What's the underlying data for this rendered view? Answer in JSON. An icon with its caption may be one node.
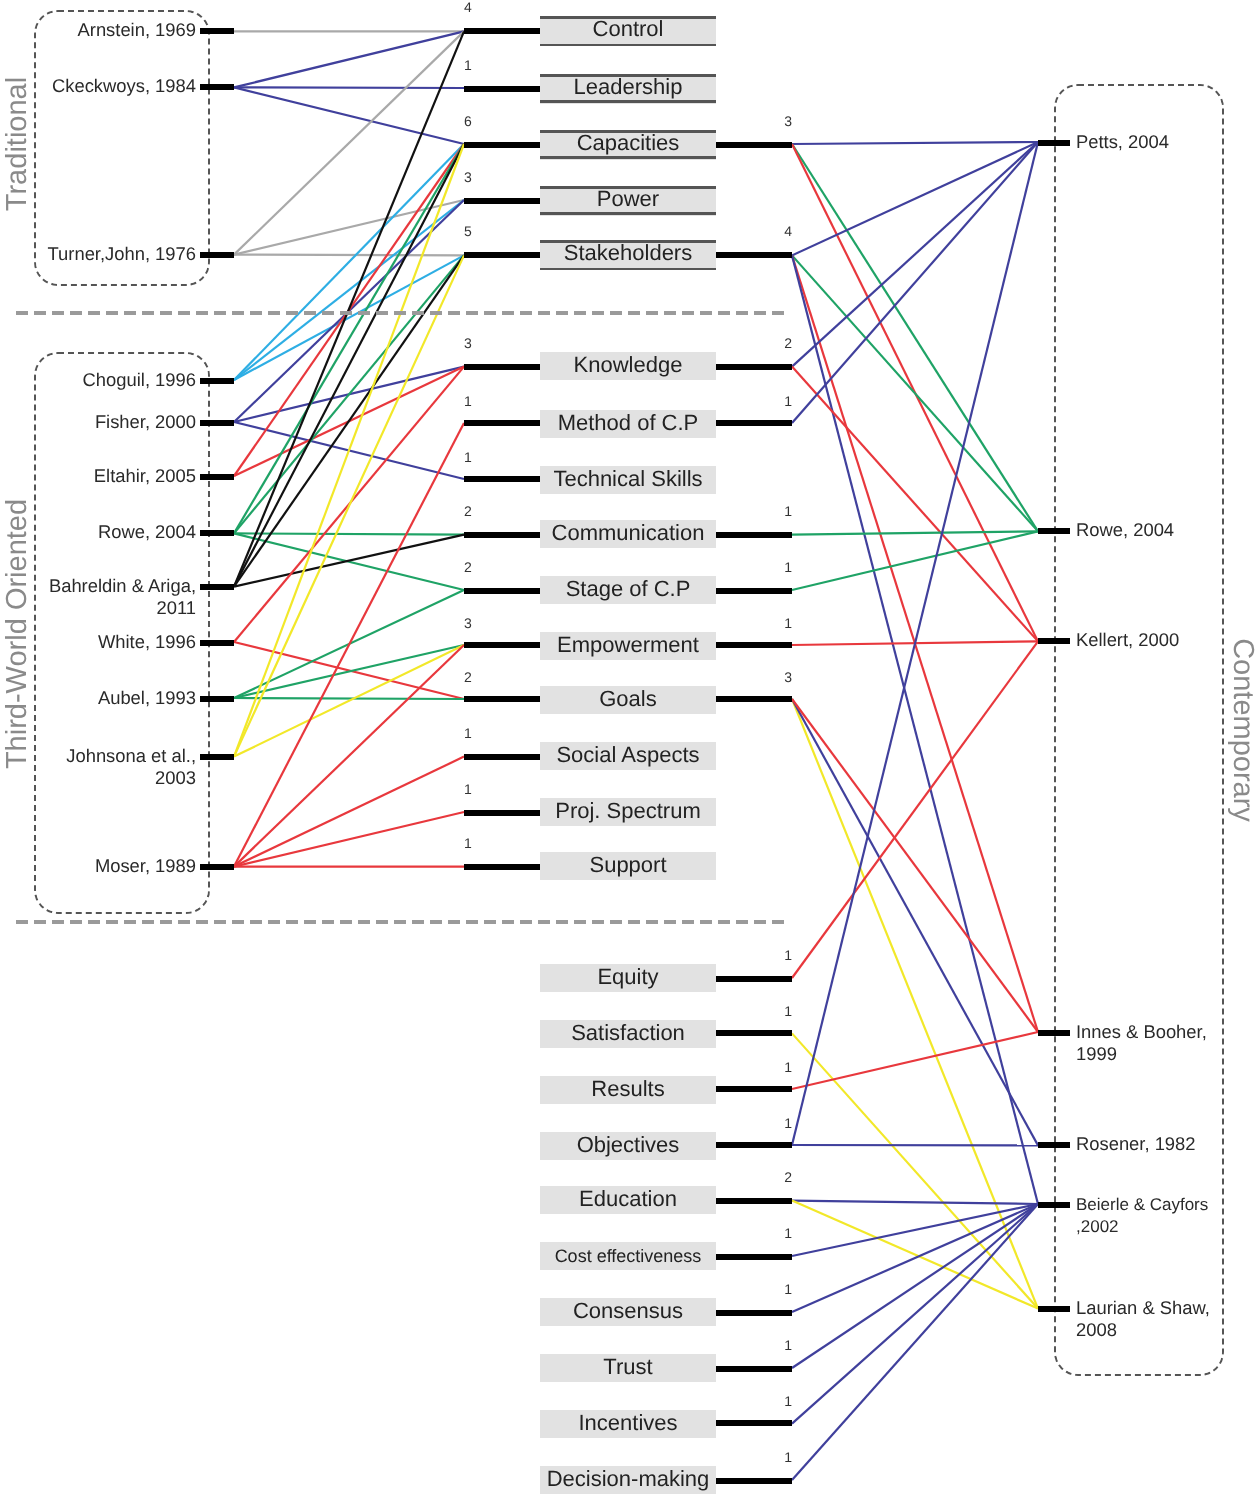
{
  "diagram": {
    "nodes": [
      {
        "text": [
          "Traditional"
        ]
      },
      {
        "text": [
          "Arnstein, 1969"
        ],
        "in": 0
      },
      {
        "text": [
          "Ckeckwoys, 1984"
        ],
        "in": 0
      },
      {
        "text": [
          "Turner,John, 1976"
        ],
        "in": 0
      },
      {
        "text": [
          "Third-World Oriented"
        ]
      },
      {
        "text": [
          "Choguil, 1996"
        ],
        "in": 4
      },
      {
        "text": [
          "Fisher, 2000"
        ],
        "in": 4
      },
      {
        "text": [
          "Eltahir, 2005"
        ],
        "in": 4
      },
      {
        "text": [
          "Rowe, 2004"
        ],
        "in": 4
      },
      {
        "text": [
          "Bahreldin & Ariga, 2011"
        ],
        "in": 4
      },
      {
        "text": [
          "White, 1996"
        ],
        "in": 4
      },
      {
        "text": [
          "Aubel, 1993"
        ],
        "in": 4
      },
      {
        "text": [
          "Johnsona et al., 2003"
        ],
        "in": 4
      },
      {
        "text": [
          "Moser, 1989"
        ],
        "in": 4
      },
      {
        "text": [
          "Control"
        ],
        "beside": [
          "4"
        ]
      },
      {
        "text": [
          "Leadership"
        ],
        "beside": [
          "1"
        ]
      },
      {
        "text": [
          "Capacities"
        ],
        "beside": [
          "6",
          "3"
        ]
      },
      {
        "text": [
          "Power"
        ],
        "beside": [
          "3"
        ]
      },
      {
        "text": [
          "Stakeholders"
        ],
        "beside": [
          "5",
          "4"
        ]
      },
      {
        "text": [
          "Knowledge"
        ],
        "beside": [
          "3",
          "2"
        ]
      },
      {
        "text": [
          "Method of C.P"
        ],
        "beside": [
          "1",
          "1"
        ]
      },
      {
        "text": [
          "Technical Skills"
        ],
        "beside": [
          "1"
        ]
      },
      {
        "text": [
          "Communication"
        ],
        "beside": [
          "2",
          "1"
        ]
      },
      {
        "text": [
          "Stage of C.P"
        ],
        "beside": [
          "2",
          "1"
        ]
      },
      {
        "text": [
          "Empowerment"
        ],
        "beside": [
          "3",
          "1"
        ]
      },
      {
        "text": [
          "Goals"
        ],
        "beside": [
          "2",
          "3"
        ]
      },
      {
        "text": [
          "Social Aspects"
        ],
        "beside": [
          "1"
        ]
      },
      {
        "text": [
          "Proj. Spectrum"
        ],
        "beside": [
          "1"
        ]
      },
      {
        "text": [
          "Support"
        ],
        "beside": [
          "1"
        ]
      },
      {
        "text": [
          "Equity"
        ],
        "beside": [
          "1"
        ]
      },
      {
        "text": [
          "Satisfaction"
        ],
        "beside": [
          "1"
        ]
      },
      {
        "text": [
          "Results"
        ],
        "beside": [
          "1"
        ]
      },
      {
        "text": [
          "Objectives"
        ],
        "beside": [
          "1"
        ]
      },
      {
        "text": [
          "Education"
        ],
        "beside": [
          "2"
        ]
      },
      {
        "text": [
          "Cost effectiveness"
        ],
        "beside": [
          "1"
        ]
      },
      {
        "text": [
          "Consensus"
        ],
        "beside": [
          "1"
        ]
      },
      {
        "text": [
          "Trust"
        ],
        "beside": [
          "1"
        ]
      },
      {
        "text": [
          "Incentives"
        ],
        "beside": [
          "1"
        ]
      },
      {
        "text": [
          "Decision-making"
        ],
        "beside": [
          "1"
        ]
      },
      {
        "text": [
          "Contemporary"
        ]
      },
      {
        "text": [
          "Petts, 2004"
        ],
        "in": 39
      },
      {
        "text": [
          "Rowe, 2004"
        ],
        "in": 39
      },
      {
        "text": [
          "Kellert, 2000"
        ],
        "in": 39
      },
      {
        "text": [
          "Innes & Booher, 1999"
        ],
        "in": 39
      },
      {
        "text": [
          "Rosener, 1982"
        ],
        "in": 39
      },
      {
        "text": [
          "Beierle & Cayfors ,2002"
        ],
        "in": 39
      },
      {
        "text": [
          "Laurian & Shaw, 2008"
        ],
        "in": 39
      }
    ],
    "edges": [
      {
        "from": 1,
        "to": 14,
        "arrow": "none",
        "color": "#a9a9a9"
      },
      {
        "from": 2,
        "to": 14,
        "arrow": "none"
      },
      {
        "from": 2,
        "to": 15,
        "arrow": "none"
      },
      {
        "from": 2,
        "to": 16,
        "arrow": "none"
      },
      {
        "from": 3,
        "to": 14,
        "arrow": "none",
        "color": "#a9a9a9"
      },
      {
        "from": 3,
        "to": 17,
        "arrow": "none",
        "color": "#a9a9a9"
      },
      {
        "from": 3,
        "to": 18,
        "arrow": "none",
        "color": "#a9a9a9"
      },
      {
        "from": 5,
        "to": 16,
        "arrow": "none",
        "color": "#2eaee4"
      },
      {
        "from": 5,
        "to": 17,
        "arrow": "none",
        "color": "#2eaee4"
      },
      {
        "from": 5,
        "to": 18,
        "arrow": "none",
        "color": "#2eaee4"
      },
      {
        "from": 6,
        "to": 17,
        "arrow": "none"
      },
      {
        "from": 6,
        "to": 19,
        "arrow": "none"
      },
      {
        "from": 6,
        "to": 21,
        "arrow": "none"
      },
      {
        "from": 7,
        "to": 16,
        "arrow": "none",
        "color": "#e8383d"
      },
      {
        "from": 7,
        "to": 19,
        "arrow": "none",
        "color": "#e8383d"
      },
      {
        "from": 8,
        "to": 16,
        "arrow": "none",
        "color": "#1fa366"
      },
      {
        "from": 8,
        "to": 18,
        "arrow": "none",
        "color": "#1fa366"
      },
      {
        "from": 8,
        "to": 22,
        "arrow": "none",
        "color": "#1fa366"
      },
      {
        "from": 8,
        "to": 23,
        "arrow": "none",
        "color": "#1fa366"
      },
      {
        "from": 9,
        "to": 14,
        "arrow": "none",
        "color": "#111111"
      },
      {
        "from": 9,
        "to": 16,
        "arrow": "none",
        "color": "#111111"
      },
      {
        "from": 9,
        "to": 18,
        "arrow": "none",
        "color": "#111111"
      },
      {
        "from": 9,
        "to": 22,
        "arrow": "none",
        "color": "#111111"
      },
      {
        "from": 10,
        "to": 19,
        "arrow": "none",
        "color": "#e8383d"
      },
      {
        "from": 10,
        "to": 25,
        "arrow": "none",
        "color": "#e8383d"
      },
      {
        "from": 11,
        "to": 23,
        "arrow": "none",
        "color": "#1fa366"
      },
      {
        "from": 11,
        "to": 24,
        "arrow": "none",
        "color": "#1fa366"
      },
      {
        "from": 11,
        "to": 25,
        "arrow": "none",
        "color": "#1fa366"
      },
      {
        "from": 12,
        "to": 16,
        "arrow": "none",
        "color": "#f2e829"
      },
      {
        "from": 12,
        "to": 18,
        "arrow": "none",
        "color": "#f2e829"
      },
      {
        "from": 12,
        "to": 24,
        "arrow": "none",
        "color": "#f2e829"
      },
      {
        "from": 13,
        "to": 20,
        "arrow": "none",
        "color": "#e8383d"
      },
      {
        "from": 13,
        "to": 24,
        "arrow": "none",
        "color": "#e8383d"
      },
      {
        "from": 13,
        "to": 26,
        "arrow": "none",
        "color": "#e8383d"
      },
      {
        "from": 13,
        "to": 27,
        "arrow": "none",
        "color": "#e8383d"
      },
      {
        "from": 13,
        "to": 28,
        "arrow": "none",
        "color": "#e8383d"
      },
      {
        "from": 16,
        "to": 40,
        "arrow": "none"
      },
      {
        "from": 16,
        "to": 41,
        "arrow": "none",
        "color": "#1fa366"
      },
      {
        "from": 16,
        "to": 42,
        "arrow": "none",
        "color": "#e8383d"
      },
      {
        "from": 18,
        "to": 40,
        "arrow": "none"
      },
      {
        "from": 18,
        "to": 41,
        "arrow": "none",
        "color": "#1fa366"
      },
      {
        "from": 18,
        "to": 43,
        "arrow": "none",
        "color": "#e8383d"
      },
      {
        "from": 18,
        "to": 45,
        "arrow": "none"
      },
      {
        "from": 19,
        "to": 40,
        "arrow": "none"
      },
      {
        "from": 19,
        "to": 42,
        "arrow": "none",
        "color": "#e8383d"
      },
      {
        "from": 20,
        "to": 40,
        "arrow": "none"
      },
      {
        "from": 22,
        "to": 41,
        "arrow": "none",
        "color": "#1fa366"
      },
      {
        "from": 23,
        "to": 41,
        "arrow": "none",
        "color": "#1fa366"
      },
      {
        "from": 24,
        "to": 42,
        "arrow": "none",
        "color": "#e8383d"
      },
      {
        "from": 25,
        "to": 46,
        "arrow": "none",
        "color": "#f2e829"
      },
      {
        "from": 25,
        "to": 44,
        "arrow": "none"
      },
      {
        "from": 25,
        "to": 43,
        "arrow": "none",
        "color": "#e8383d"
      },
      {
        "from": 29,
        "to": 42,
        "arrow": "none",
        "color": "#e8383d"
      },
      {
        "from": 30,
        "to": 46,
        "arrow": "none",
        "color": "#f2e829"
      },
      {
        "from": 31,
        "to": 43,
        "arrow": "none",
        "color": "#e8383d"
      },
      {
        "from": 32,
        "to": 40,
        "arrow": "none"
      },
      {
        "from": 32,
        "to": 44,
        "arrow": "none"
      },
      {
        "from": 33,
        "to": 45,
        "arrow": "none"
      },
      {
        "from": 33,
        "to": 46,
        "arrow": "none",
        "color": "#f2e829"
      },
      {
        "from": 34,
        "to": 45,
        "arrow": "none"
      },
      {
        "from": 35,
        "to": 45,
        "arrow": "none"
      },
      {
        "from": 36,
        "to": 45,
        "arrow": "none"
      },
      {
        "from": 37,
        "to": 45,
        "arrow": "none"
      },
      {
        "from": 38,
        "to": 45,
        "arrow": "none"
      }
    ]
  }
}
